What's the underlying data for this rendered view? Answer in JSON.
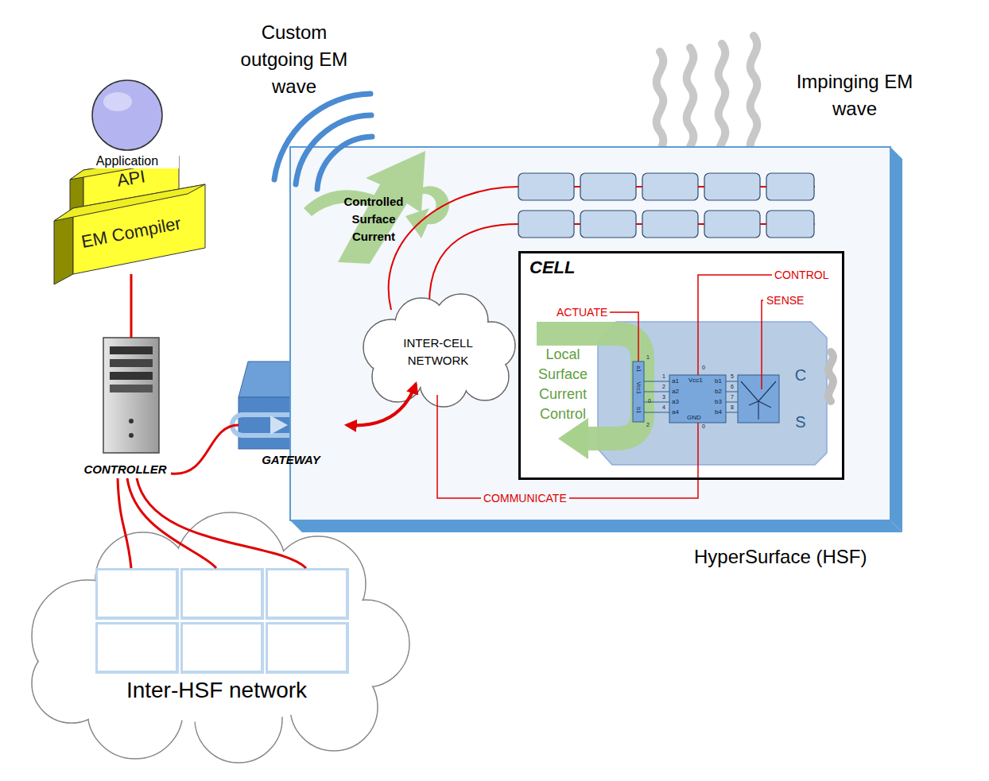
{
  "diagram": {
    "nodes": [
      {
        "text": [
          "Application"
        ]
      },
      {
        "text": [
          "API"
        ]
      },
      {
        "text": [
          "EM Compiler"
        ]
      },
      {
        "text": [
          "CONTROLLER"
        ]
      },
      {
        "text": [
          "GATEWAY"
        ]
      },
      {
        "text": [
          "INTER-CELL NETWORK"
        ]
      },
      {
        "text": [
          "HyperSurface (HSF)"
        ]
      },
      {
        "text": [
          "CELL"
        ],
        "in": 6
      },
      {
        "text": [
          "Inter-HSF network"
        ]
      }
    ],
    "edges": [
      {
        "from": 2,
        "to": 3,
        "arrow": "none"
      },
      {
        "from": 3,
        "to": 4,
        "arrow": "none"
      },
      {
        "from": 4,
        "to": 5,
        "arrow": "both"
      },
      {
        "from": 3,
        "to": 8,
        "arrow": "none"
      },
      {
        "from": 5,
        "to": 7,
        "label": "COMMUNICATE",
        "arrow": "none"
      }
    ],
    "labels": [
      "Custom outgoing EM wave",
      "Impinging EM wave",
      "Controlled Surface Current",
      "ACTUATE",
      "CONTROL",
      "SENSE",
      "Local Surface Current Control",
      "a1",
      "Vcc1",
      "b1",
      "1",
      "2",
      "1",
      "2",
      "3",
      "4",
      "a1",
      "a2",
      "a3",
      "a4",
      "Vcc1",
      "GND",
      "b1",
      "b2",
      "b3",
      "b4",
      "5",
      "6",
      "7",
      "8",
      "0",
      "0",
      "C",
      "S",
      "0"
    ]
  }
}
